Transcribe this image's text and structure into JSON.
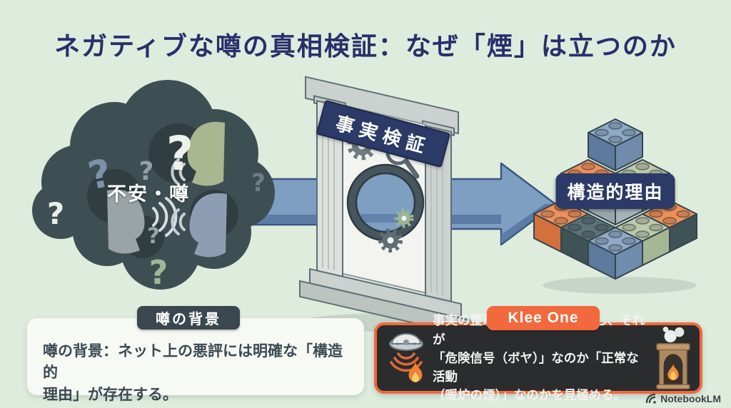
{
  "slide": {
    "title": "ネガティブな噂の真相検証：なぜ「煙」は立つのか",
    "watermark": "NotebookLM"
  },
  "flow": {
    "source_label": "不安・噂",
    "gate_label": "事実検証",
    "result_label": "構造的理由"
  },
  "cards": {
    "rumor_background": {
      "tab": "噂の背景",
      "body": "噂の背景：ネット上の悪評には明確な「構造的\n理由」が存在する。"
    },
    "klee_one": {
      "tab": "Klee One",
      "body": "事実の整理：不安を解きほぐし、それが\n「危険信号（ボヤ）」なのか「正常な活動\n（暖炉の煙）」なのかを見極める。"
    }
  },
  "glyphs": {
    "question_mark": "?"
  },
  "colors": {
    "background": "#deecde",
    "title_navy": "#27306a",
    "banner_navy": "#2b3a66",
    "accent_orange": "#f1693c",
    "arrow_blue": "#7e9ec2",
    "cloud_dark": "#3e4f53",
    "dark_card": "#2b2c2e",
    "dark_tab": "#3a474e",
    "light_card": "#f7f9f4"
  }
}
